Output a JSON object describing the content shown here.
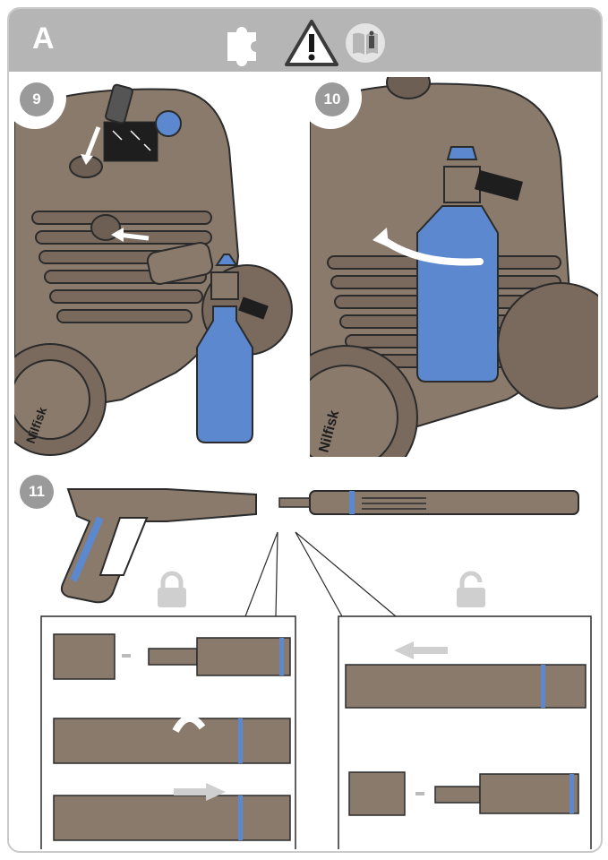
{
  "header": {
    "section_letter": "A",
    "icons": [
      "puzzle-icon",
      "warning-icon",
      "manual-icon"
    ]
  },
  "steps": {
    "nine": "9",
    "ten": "10",
    "eleven": "11"
  },
  "brand_mark": "Nilfisk",
  "colors": {
    "header_bg": "#b5b5b5",
    "machine_body": "#8a7a6c",
    "accent_blue": "#5b88cf",
    "outline": "#2b2b2b",
    "badge": "#9a9a9a"
  },
  "lock_states": [
    "lock-closed-icon",
    "lock-open-icon"
  ]
}
